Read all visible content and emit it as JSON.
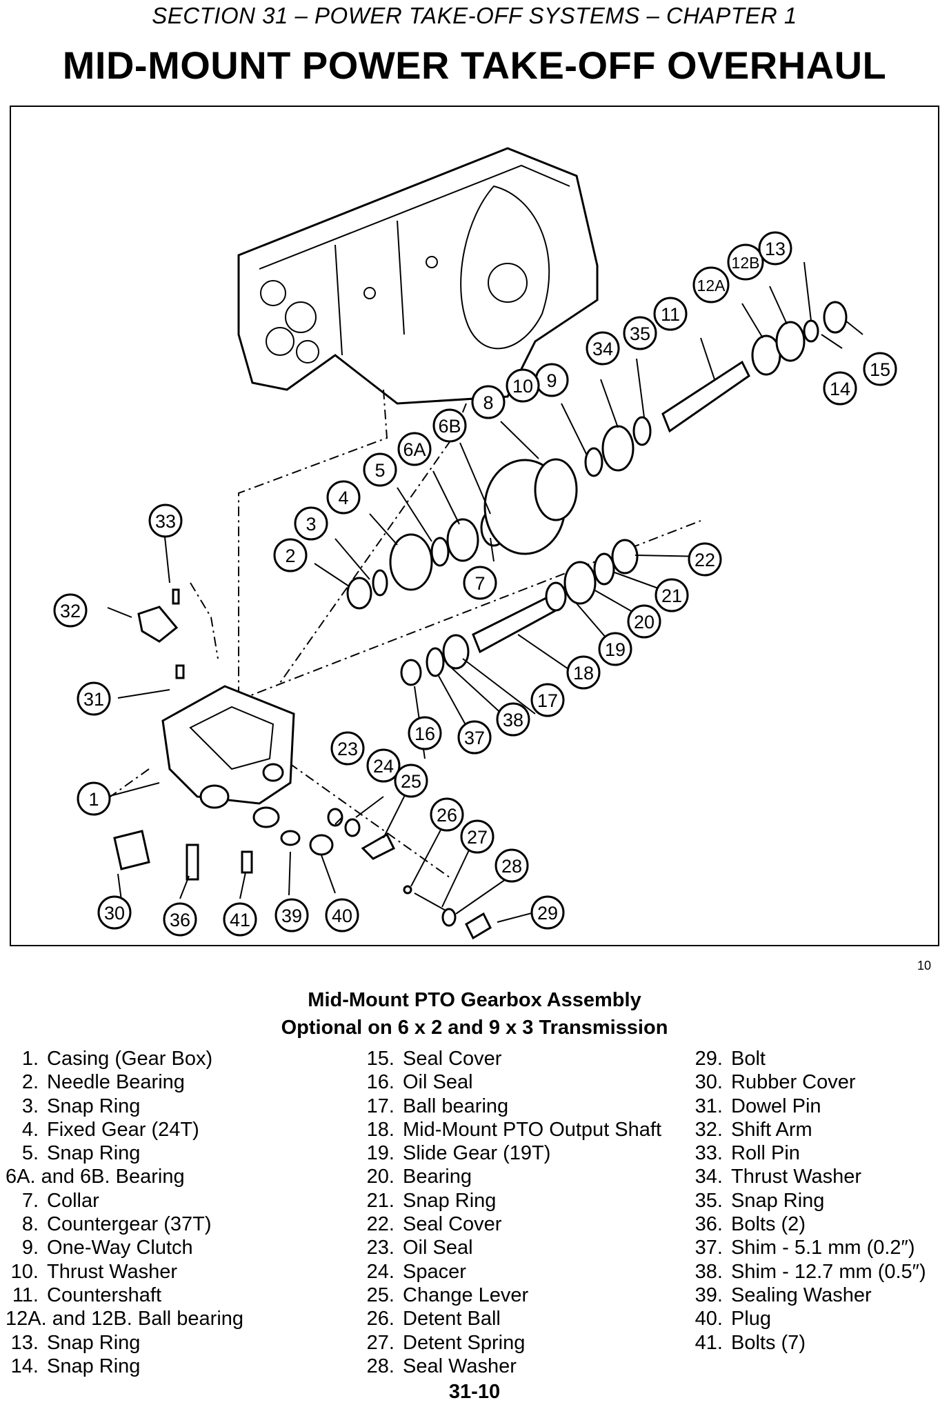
{
  "header": {
    "section": "SECTION 31 – POWER TAKE-OFF SYSTEMS – CHAPTER 1",
    "title": "MID-MOUNT POWER TAKE-OFF OVERHAUL"
  },
  "figure": {
    "number": "10",
    "caption_line1": "Mid-Mount PTO Gearbox Assembly",
    "caption_line2": "Optional on 6 x 2 and 9 x 3 Transmission",
    "callouts": [
      "1",
      "2",
      "3",
      "4",
      "5",
      "6A",
      "6B",
      "7",
      "8",
      "9",
      "10",
      "11",
      "12A",
      "12B",
      "13",
      "14",
      "15",
      "16",
      "17",
      "18",
      "19",
      "20",
      "21",
      "22",
      "23",
      "24",
      "25",
      "26",
      "27",
      "28",
      "29",
      "30",
      "31",
      "32",
      "33",
      "34",
      "35",
      "36",
      "37",
      "38",
      "39",
      "40",
      "41"
    ]
  },
  "legend": {
    "col1": [
      {
        "num": "1.",
        "label": "Casing (Gear Box)"
      },
      {
        "num": "2.",
        "label": "Needle Bearing"
      },
      {
        "num": "3.",
        "label": "Snap Ring"
      },
      {
        "num": "4.",
        "label": "Fixed Gear (24T)"
      },
      {
        "num": "5.",
        "label": "Snap Ring"
      },
      {
        "num": "",
        "label": "6A. and 6B.   Bearing"
      },
      {
        "num": "7.",
        "label": "Collar"
      },
      {
        "num": "8.",
        "label": "Countergear (37T)"
      },
      {
        "num": "9.",
        "label": "One-Way Clutch"
      },
      {
        "num": "10.",
        "label": "Thrust Washer"
      },
      {
        "num": "11.",
        "label": "Countershaft"
      },
      {
        "num": "",
        "label": "12A. and 12B.  Ball bearing"
      },
      {
        "num": "13.",
        "label": "Snap Ring"
      },
      {
        "num": "14.",
        "label": "Snap Ring"
      }
    ],
    "col2": [
      {
        "num": "15.",
        "label": "Seal Cover"
      },
      {
        "num": "16.",
        "label": "Oil Seal"
      },
      {
        "num": "17.",
        "label": "Ball bearing"
      },
      {
        "num": "18.",
        "label": "Mid-Mount PTO Output Shaft"
      },
      {
        "num": "19.",
        "label": "Slide Gear (19T)"
      },
      {
        "num": "20.",
        "label": "Bearing"
      },
      {
        "num": "21.",
        "label": "Snap Ring"
      },
      {
        "num": "22.",
        "label": "Seal Cover"
      },
      {
        "num": "23.",
        "label": "Oil Seal"
      },
      {
        "num": "24.",
        "label": "Spacer"
      },
      {
        "num": "25.",
        "label": "Change Lever"
      },
      {
        "num": "26.",
        "label": "Detent Ball"
      },
      {
        "num": "27.",
        "label": "Detent Spring"
      },
      {
        "num": "28.",
        "label": "Seal Washer"
      }
    ],
    "col3": [
      {
        "num": "29.",
        "label": "Bolt"
      },
      {
        "num": "30.",
        "label": "Rubber Cover"
      },
      {
        "num": "31.",
        "label": "Dowel Pin"
      },
      {
        "num": "32.",
        "label": "Shift Arm"
      },
      {
        "num": "33.",
        "label": "Roll Pin"
      },
      {
        "num": "34.",
        "label": "Thrust Washer"
      },
      {
        "num": "35.",
        "label": "Snap Ring"
      },
      {
        "num": "36.",
        "label": "Bolts (2)"
      },
      {
        "num": "37.",
        "label": "Shim - 5.1 mm (0.2″)"
      },
      {
        "num": "38.",
        "label": "Shim - 12.7 mm (0.5″)"
      },
      {
        "num": "39.",
        "label": "Sealing Washer"
      },
      {
        "num": "40.",
        "label": "Plug"
      },
      {
        "num": "41.",
        "label": "Bolts (7)"
      }
    ]
  },
  "footer": {
    "page_number": "31-10"
  }
}
